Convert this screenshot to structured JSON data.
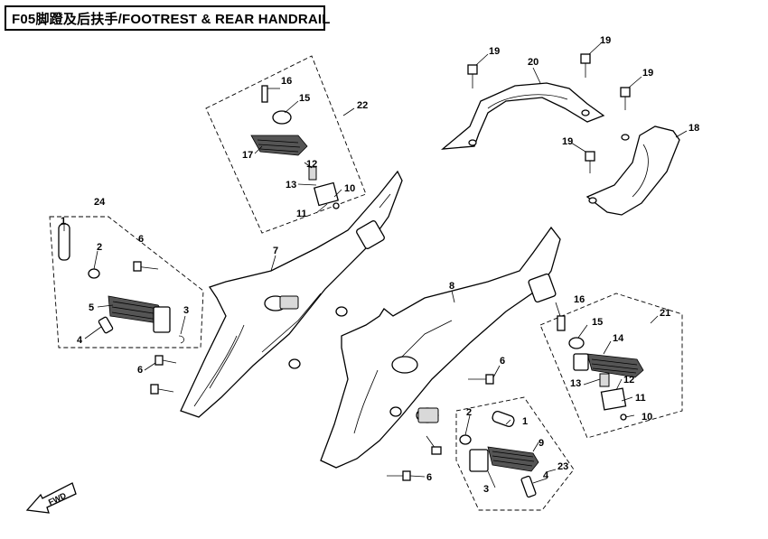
{
  "title": "F05脚蹬及后扶手/FOOTREST & REAR HANDRAIL",
  "fwd_label": "FWD",
  "callouts": [
    "1",
    "2",
    "3",
    "4",
    "5",
    "6",
    "7",
    "8",
    "9",
    "10",
    "11",
    "12",
    "13",
    "14",
    "15",
    "16",
    "17",
    "18",
    "19",
    "20",
    "21",
    "22",
    "23",
    "24"
  ]
}
